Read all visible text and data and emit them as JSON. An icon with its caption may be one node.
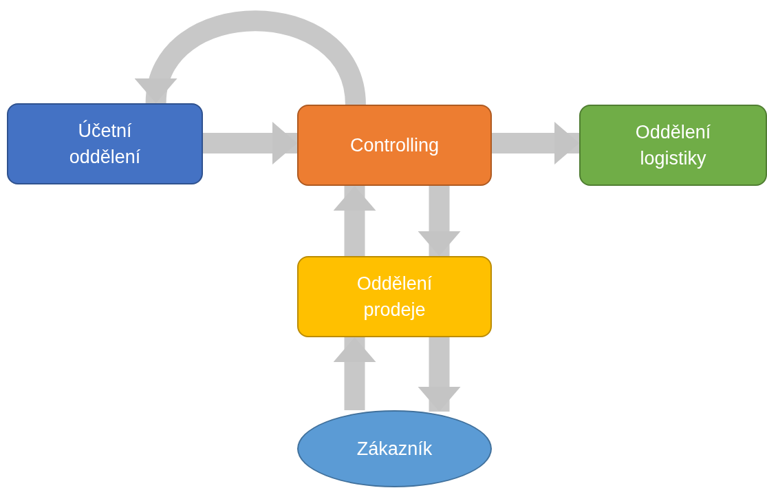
{
  "diagram": {
    "nodes": [
      {
        "text": [
          "Účetní oddělení"
        ]
      },
      {
        "text": [
          "Controlling"
        ]
      },
      {
        "text": [
          "Oddělení logistiky"
        ]
      },
      {
        "text": [
          "Oddělení prodeje"
        ]
      },
      {
        "text": [
          "Zákazník"
        ]
      }
    ],
    "edges": [
      {
        "from": 0,
        "to": 1,
        "arrow": "to"
      },
      {
        "from": 1,
        "to": 0,
        "arrow": "to"
      },
      {
        "from": 1,
        "to": 2,
        "arrow": "to"
      },
      {
        "from": 3,
        "to": 1,
        "arrow": "to"
      },
      {
        "from": 1,
        "to": 3,
        "arrow": "to"
      },
      {
        "from": 4,
        "to": 3,
        "arrow": "to"
      },
      {
        "from": 3,
        "to": 4,
        "arrow": "to"
      }
    ]
  }
}
